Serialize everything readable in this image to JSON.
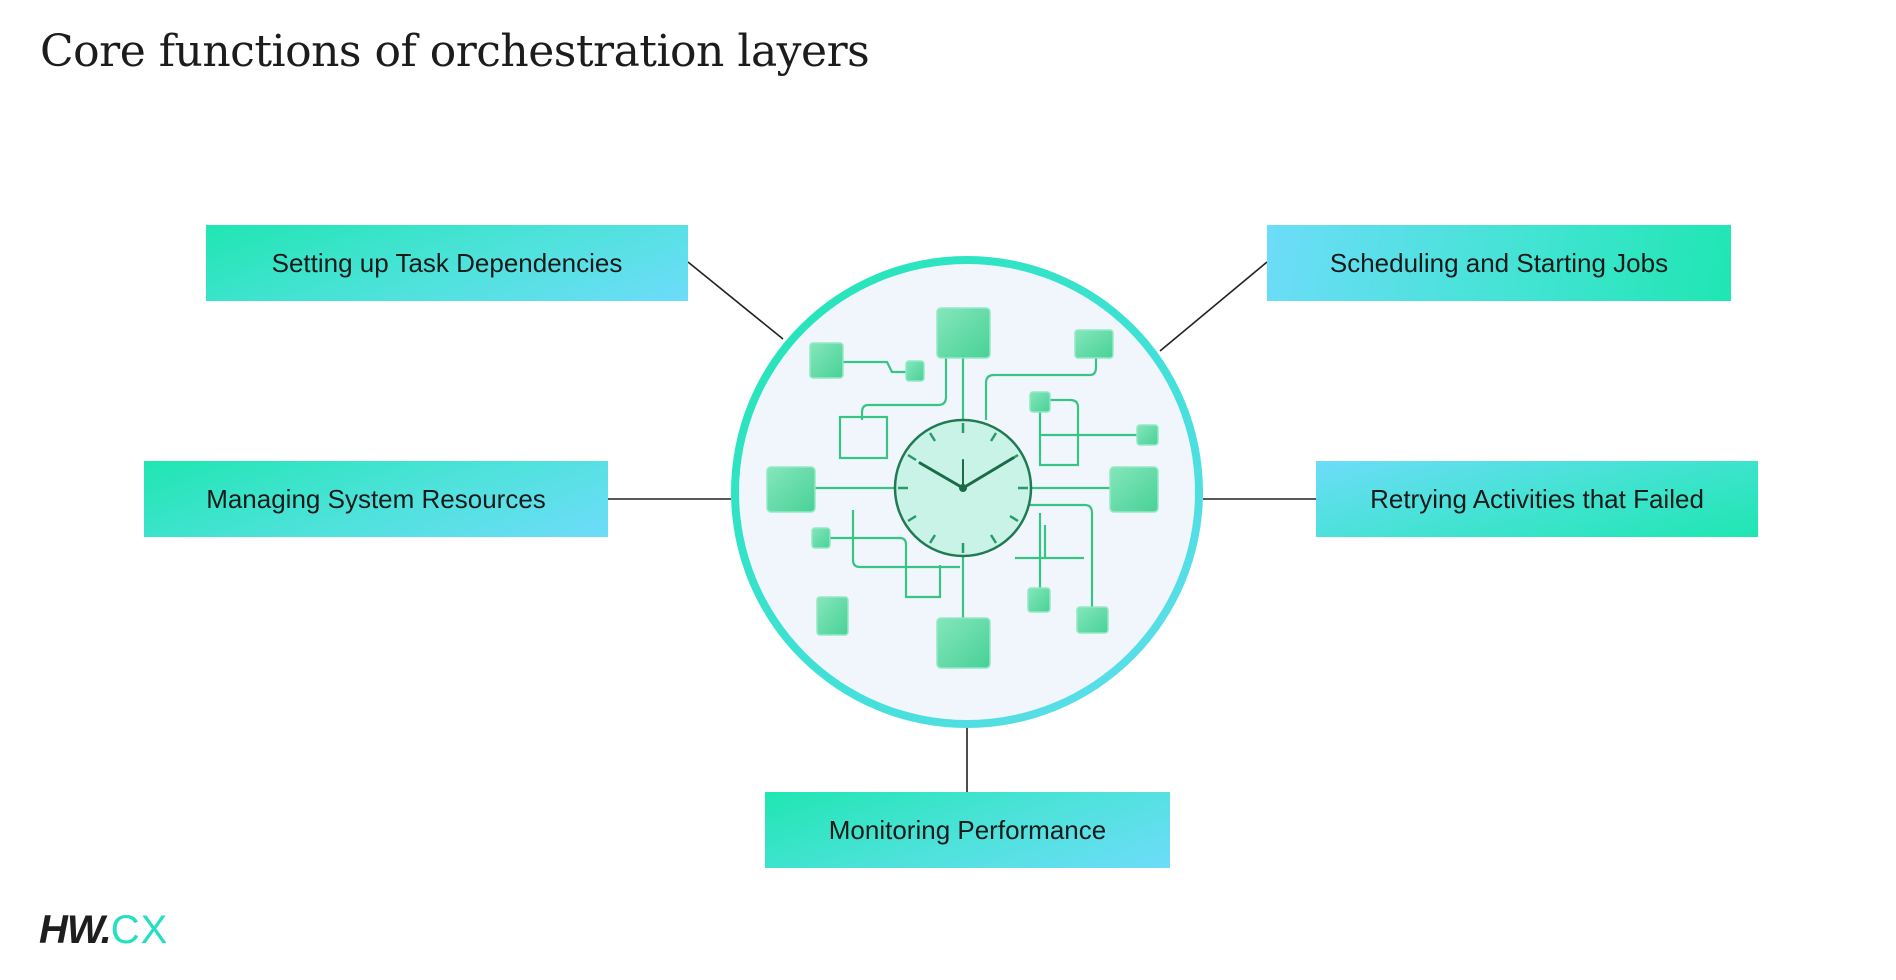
{
  "title": "Core functions of orchestration layers",
  "functions": {
    "task_dependencies": "Setting up Task Dependencies",
    "scheduling": "Scheduling and Starting Jobs",
    "resources": "Managing System Resources",
    "retrying": "Retrying Activities that Failed",
    "monitoring": "Monitoring Performance"
  },
  "logo": {
    "part1": "HW.",
    "part2": "CX"
  },
  "colors": {
    "green": "#1fe6b2",
    "blue": "#6ddcf9",
    "illustration": "#2fc98a"
  }
}
